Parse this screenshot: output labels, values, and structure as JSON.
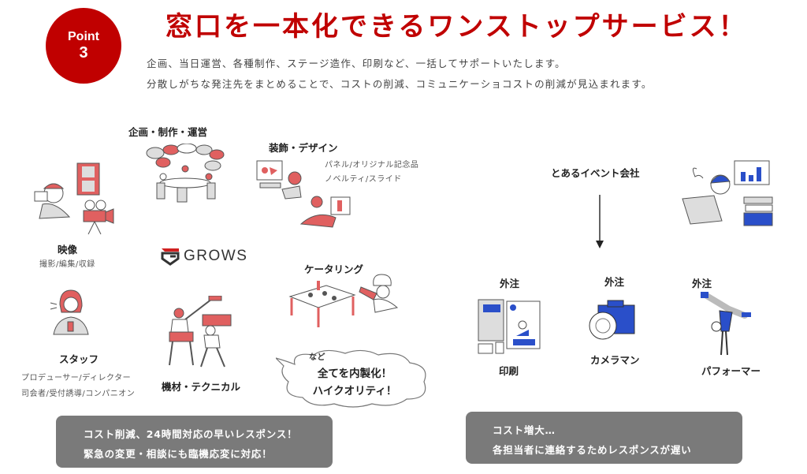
{
  "badge": {
    "line1": "Point",
    "line2": "3"
  },
  "header": {
    "title": "窓口を一本化できるワンストップサービス！",
    "desc1": "企画、当日運営、各種制作、ステージ造作、印刷など、一括してサポートいたします。",
    "desc2": "分散しがちな発注先をまとめることで、コストの削減、コミュニケーショコストの削減が見込まれます。"
  },
  "left": {
    "logo": "GROWS",
    "services": [
      {
        "label": "映像",
        "sub": [
          "撮影/編集/収録"
        ]
      },
      {
        "label": "企画・制作・運営",
        "sub": []
      },
      {
        "label": "装飾・デザイン",
        "sub": [
          "パネル/オリジナル記念品",
          "ノベルティ/スライド"
        ]
      },
      {
        "label": "スタッフ",
        "sub": [
          "プロデューサー/ディレクター",
          "司会者/受付誘導/コンパニオン"
        ]
      },
      {
        "label": "機材・テクニカル",
        "sub": []
      },
      {
        "label": "ケータリング",
        "sub": []
      }
    ],
    "bubble": {
      "etc": "など",
      "line1": "全てを内製化！",
      "line2": "ハイクオリティ！"
    },
    "summary": [
      "コスト削減、24時間対応の早いレスポンス！",
      "緊急の変更・相談にも臨機応変に対応！"
    ]
  },
  "right": {
    "company": "とあるイベント会社",
    "vendors": [
      {
        "tag": "外注",
        "label": "印刷"
      },
      {
        "tag": "外注",
        "label": "カメラマン"
      },
      {
        "tag": "外注",
        "label": "パフォーマー"
      }
    ],
    "summary": [
      "コスト増大…",
      "各担当者に連絡するためレスポンスが遅い"
    ]
  },
  "colors": {
    "accent": "#c00000",
    "left_illustration": "#e06060",
    "right_illustration": "#2a4fc9",
    "box": "#7a7a7a"
  }
}
